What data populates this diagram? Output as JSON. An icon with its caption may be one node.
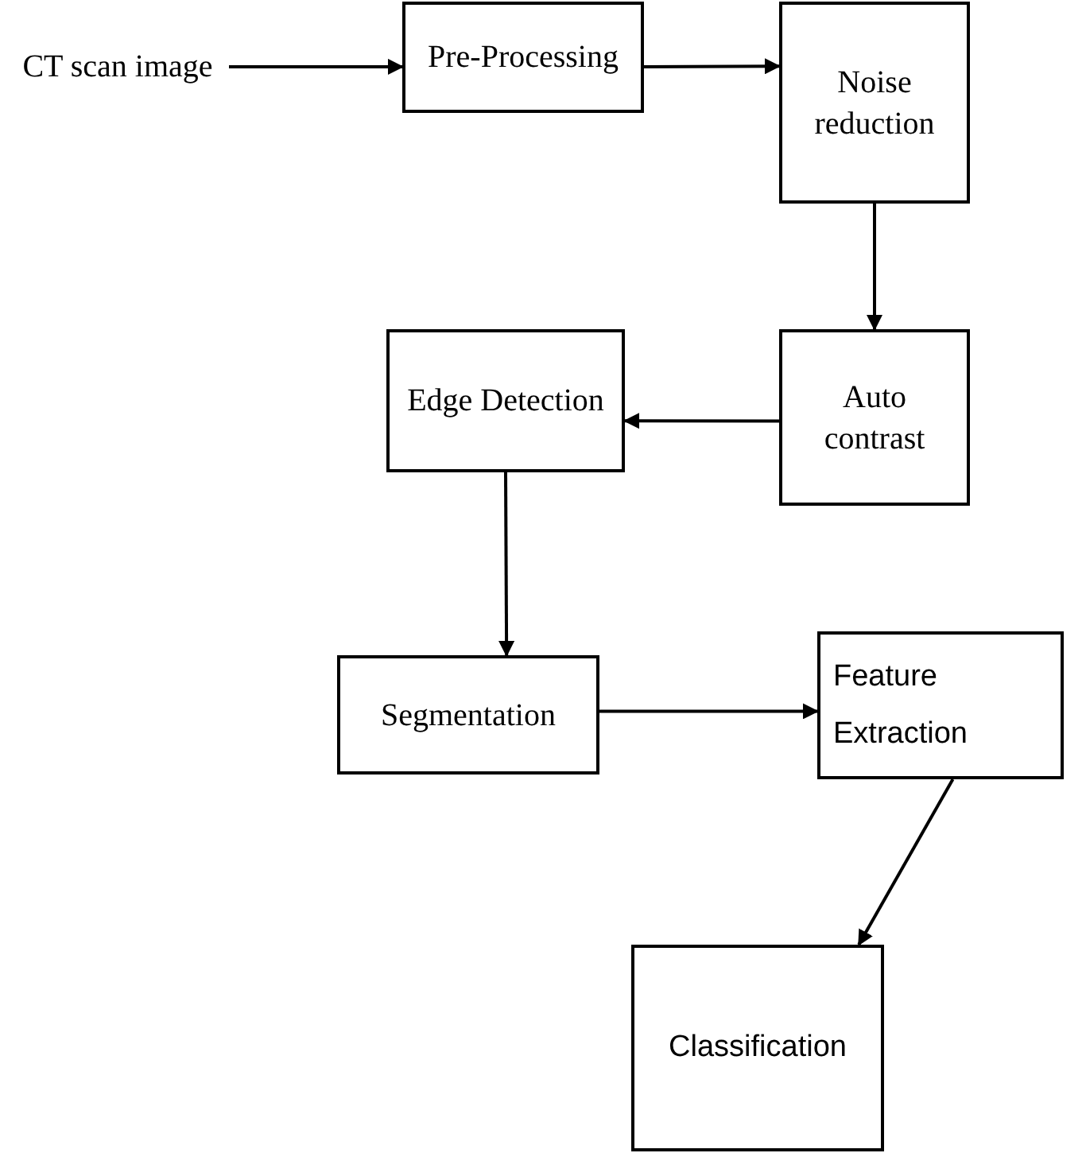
{
  "diagram": {
    "nodes": [
      {
        "text": [
          "CT scan image"
        ]
      },
      {
        "text": [
          "Pre-Processing"
        ]
      },
      {
        "text": [
          "Noise reduction"
        ]
      },
      {
        "text": [
          "Auto contrast"
        ]
      },
      {
        "text": [
          "Edge Detection"
        ]
      },
      {
        "text": [
          "Segmentation"
        ]
      },
      {
        "text": [
          "Feature Extraction"
        ]
      },
      {
        "text": [
          "Classification"
        ]
      }
    ],
    "edges": [
      {
        "from": 0,
        "to": 1,
        "arrow": "to"
      },
      {
        "from": 1,
        "to": 2,
        "arrow": "to"
      },
      {
        "from": 2,
        "to": 3,
        "arrow": "to"
      },
      {
        "from": 3,
        "to": 4,
        "arrow": "to"
      },
      {
        "from": 4,
        "to": 5,
        "arrow": "to"
      },
      {
        "from": 5,
        "to": 6,
        "arrow": "to"
      },
      {
        "from": 6,
        "to": 7,
        "arrow": "to"
      }
    ]
  }
}
